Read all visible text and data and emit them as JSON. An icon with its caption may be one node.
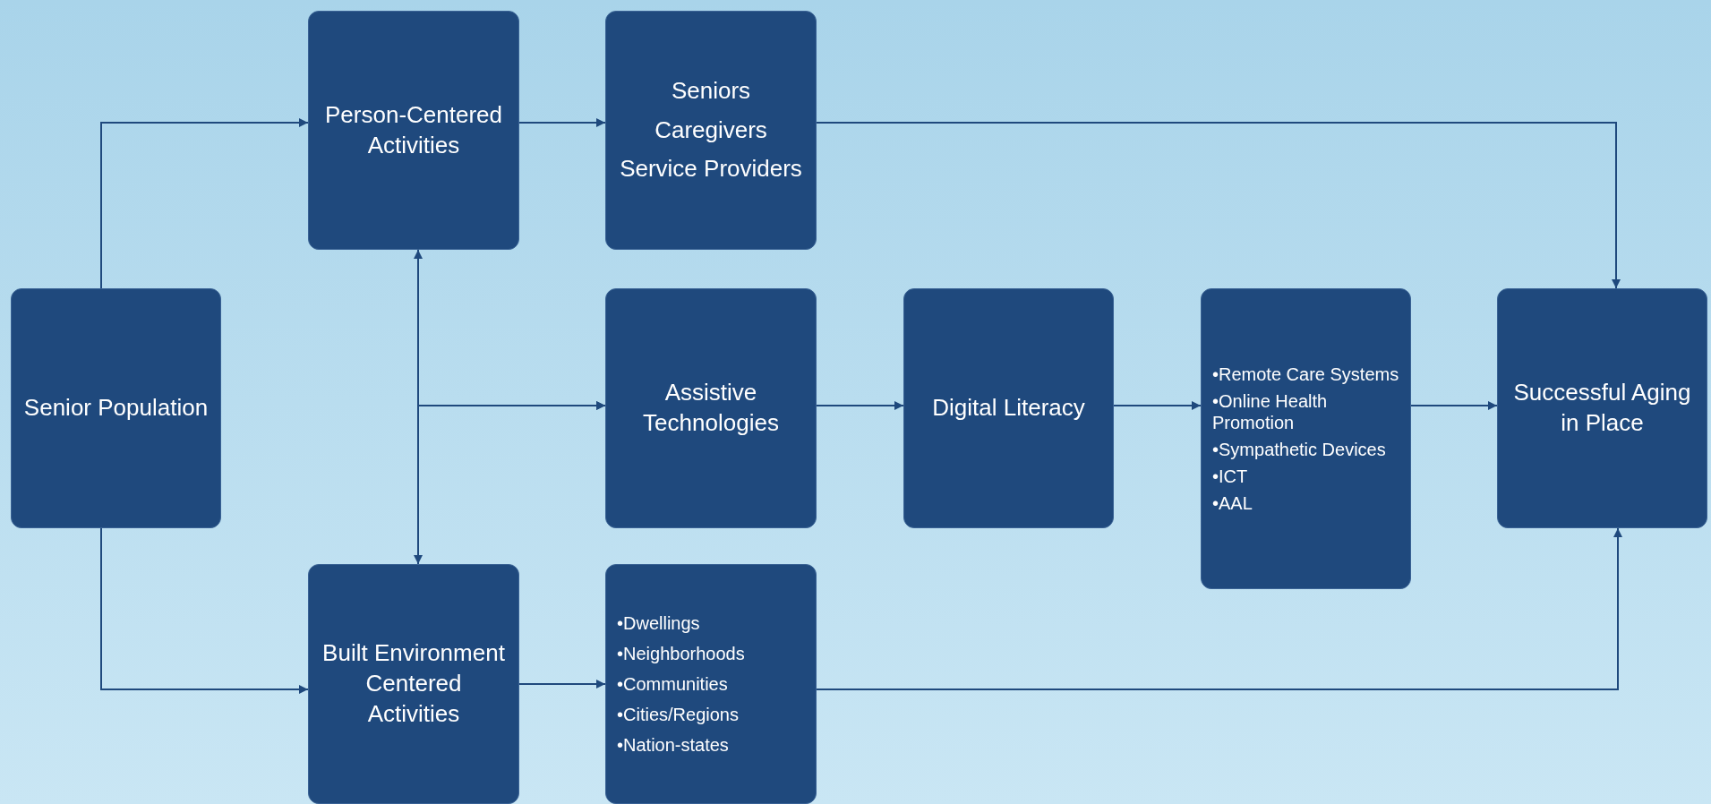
{
  "diagram": {
    "nodes": [
      {
        "text": [
          "Senior Population"
        ]
      },
      {
        "text": [
          "Person-Centered Activities"
        ]
      },
      {
        "text": [
          "Seniors",
          "Caregivers",
          "Service Providers"
        ]
      },
      {
        "text": [
          "Assistive Technologies"
        ]
      },
      {
        "text": [
          "Digital Literacy"
        ]
      },
      {
        "text": [
          "•Remote Care Systems",
          "•Online Health Promotion",
          "•Sympathetic Devices",
          "•ICT",
          "•AAL"
        ]
      },
      {
        "text": [
          "Successful Aging in Place"
        ]
      },
      {
        "text": [
          "Built Environment Centered Activities"
        ]
      },
      {
        "text": [
          "•Dwellings",
          "•Neighborhoods",
          "•Communities",
          "•Cities/Regions",
          "•Nation-states"
        ]
      }
    ],
    "edges": [
      {
        "from": 0,
        "to": 1,
        "arrow": "to"
      },
      {
        "from": 0,
        "to": 7,
        "arrow": "to"
      },
      {
        "from": 1,
        "to": 2,
        "arrow": "to"
      },
      {
        "from": 2,
        "to": 6,
        "arrow": "to"
      },
      {
        "from": 1,
        "to": 7,
        "arrow": "both"
      },
      {
        "from": 1,
        "to": 3,
        "arrow": "to"
      },
      {
        "from": 7,
        "to": 3,
        "arrow": "to"
      },
      {
        "from": 3,
        "to": 4,
        "arrow": "to"
      },
      {
        "from": 4,
        "to": 5,
        "arrow": "to"
      },
      {
        "from": 5,
        "to": 6,
        "arrow": "to"
      },
      {
        "from": 7,
        "to": 8,
        "arrow": "to"
      },
      {
        "from": 8,
        "to": 6,
        "arrow": "to"
      }
    ]
  }
}
